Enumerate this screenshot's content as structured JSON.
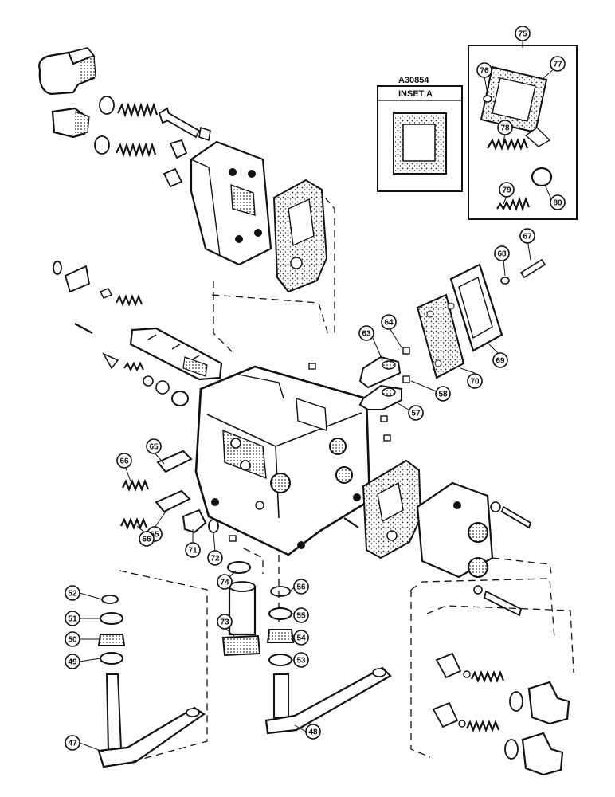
{
  "inset": {
    "code": "A30854",
    "title": "INSET A"
  },
  "callouts": [
    {
      "id": "47",
      "text": "47"
    },
    {
      "id": "48",
      "text": "48"
    },
    {
      "id": "49",
      "text": "49"
    },
    {
      "id": "50",
      "text": "50"
    },
    {
      "id": "51",
      "text": "51"
    },
    {
      "id": "52",
      "text": "52"
    },
    {
      "id": "53",
      "text": "53"
    },
    {
      "id": "54",
      "text": "54"
    },
    {
      "id": "55",
      "text": "55"
    },
    {
      "id": "56",
      "text": "56"
    },
    {
      "id": "57",
      "text": "57"
    },
    {
      "id": "58",
      "text": "58"
    },
    {
      "id": "63",
      "text": "63"
    },
    {
      "id": "64",
      "text": "64"
    },
    {
      "id": "65a",
      "text": "65"
    },
    {
      "id": "65b",
      "text": "65"
    },
    {
      "id": "66a",
      "text": "66"
    },
    {
      "id": "66b",
      "text": "66"
    },
    {
      "id": "67",
      "text": "67"
    },
    {
      "id": "68",
      "text": "68"
    },
    {
      "id": "69",
      "text": "69"
    },
    {
      "id": "70",
      "text": "70"
    },
    {
      "id": "71",
      "text": "71"
    },
    {
      "id": "72",
      "text": "72"
    },
    {
      "id": "73",
      "text": "73"
    },
    {
      "id": "74",
      "text": "74"
    },
    {
      "id": "75",
      "text": "75"
    },
    {
      "id": "76",
      "text": "76"
    },
    {
      "id": "77",
      "text": "77"
    },
    {
      "id": "78",
      "text": "78"
    },
    {
      "id": "79",
      "text": "79"
    },
    {
      "id": "80",
      "text": "80"
    }
  ]
}
